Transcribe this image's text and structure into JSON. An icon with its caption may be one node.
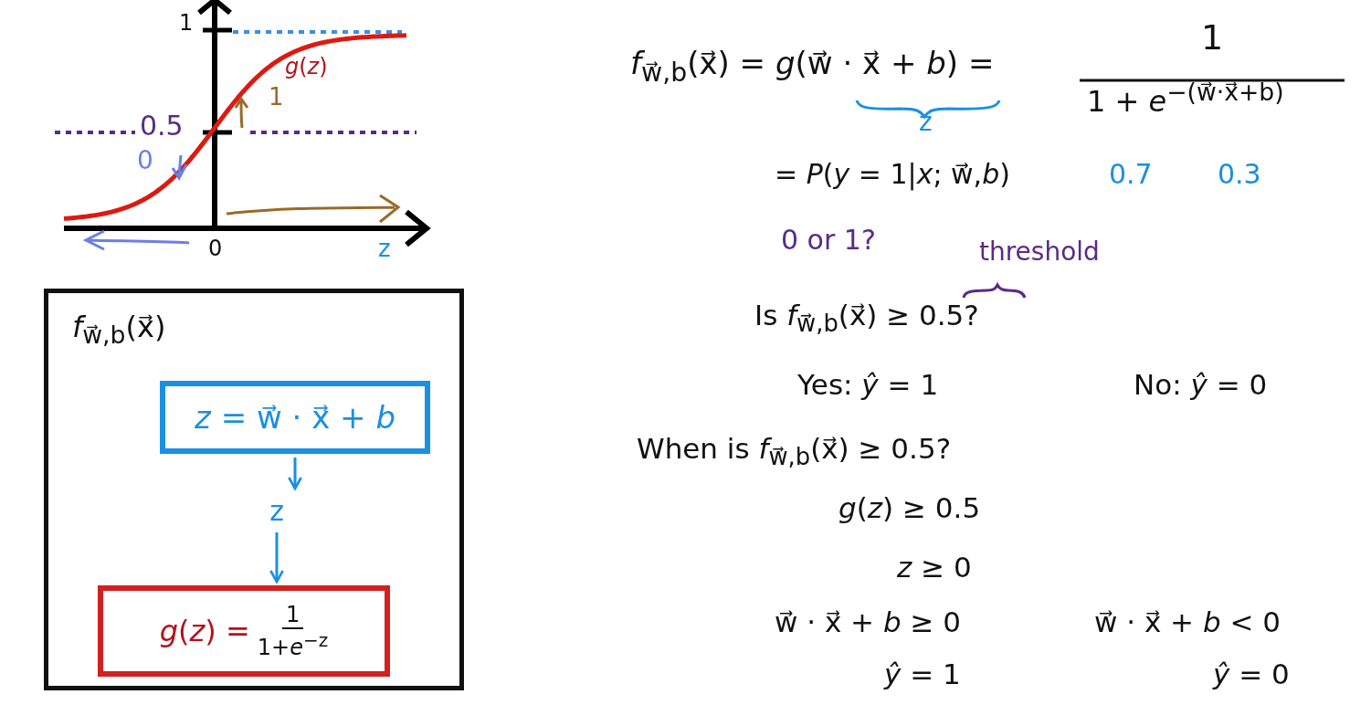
{
  "diagram": {
    "nodes": [
      {
        "text": [
          "*f*$_{w⃗,b}$(x⃗)"
        ]
      },
      {
        "text": [
          "*z* = w⃗ · x⃗ + *b*"
        ],
        "in": 0
      },
      {
        "text": [
          "z"
        ],
        "in": 0
      },
      {
        "text": [
          "*g*(*z*) =",
          "1",
          "1+*e*$^{−z}$"
        ],
        "in": 0
      }
    ],
    "edges": [
      {
        "from": 1,
        "to": 2,
        "arrow": "to"
      },
      {
        "from": 2,
        "to": 3,
        "arrow": "to"
      }
    ],
    "labels": [
      "1",
      "*g*(*z*)",
      "1",
      "0.5",
      "0",
      "0",
      "z",
      "*f*$_{w⃗,b}$(x⃗) = *g*(w⃗ · x⃗ + *b*) =",
      "1",
      "1 + *e*$^{−(w⃗·x⃗+b)}$",
      "z",
      "= *P*(*y* = 1|*x*; w⃗,*b*)",
      "0.7",
      "0.3",
      "0 or 1?",
      "threshold",
      "Is *f*$_{w⃗,b}$(x⃗) ≥ 0.5?",
      "Yes: *ŷ* = 1",
      "No: *ŷ* = 0",
      "When is *f*$_{w⃗,b}$(x⃗) ≥ 0.5?",
      "*g*(*z*) ≥ 0.5",
      "*z* ≥ 0",
      "w⃗ · x⃗ + *b* ≥ 0",
      "w⃗ · x⃗ + *b* < 0",
      "*ŷ* = 1",
      "*ŷ* = 0"
    ]
  }
}
